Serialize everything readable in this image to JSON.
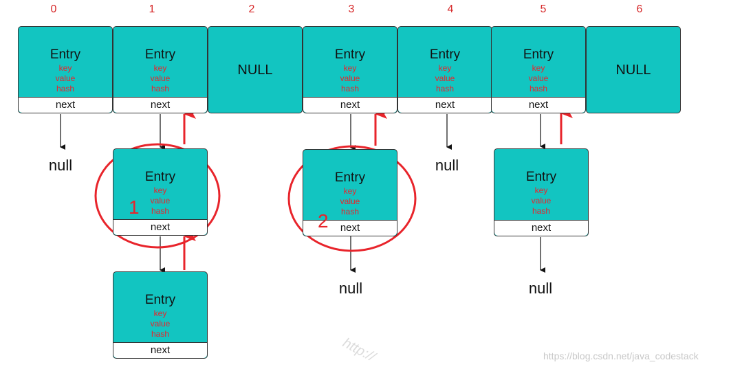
{
  "indices": [
    "0",
    "1",
    "2",
    "3",
    "4",
    "5",
    "6"
  ],
  "entry": {
    "title": "Entry",
    "fields": [
      "key",
      "value",
      "hash"
    ],
    "next_label": "next"
  },
  "empty_slot_label": "NULL",
  "null_label": "null",
  "circle_labels": [
    "1",
    "2"
  ],
  "watermarks": {
    "diagonal": "http://",
    "footer": "https://blog.csdn.net/java_codestack"
  },
  "colors": {
    "entry_fill": "#12c5c1",
    "field_text": "#e8242b",
    "index_text": "#d62728",
    "annotation_red": "#e8242b"
  }
}
